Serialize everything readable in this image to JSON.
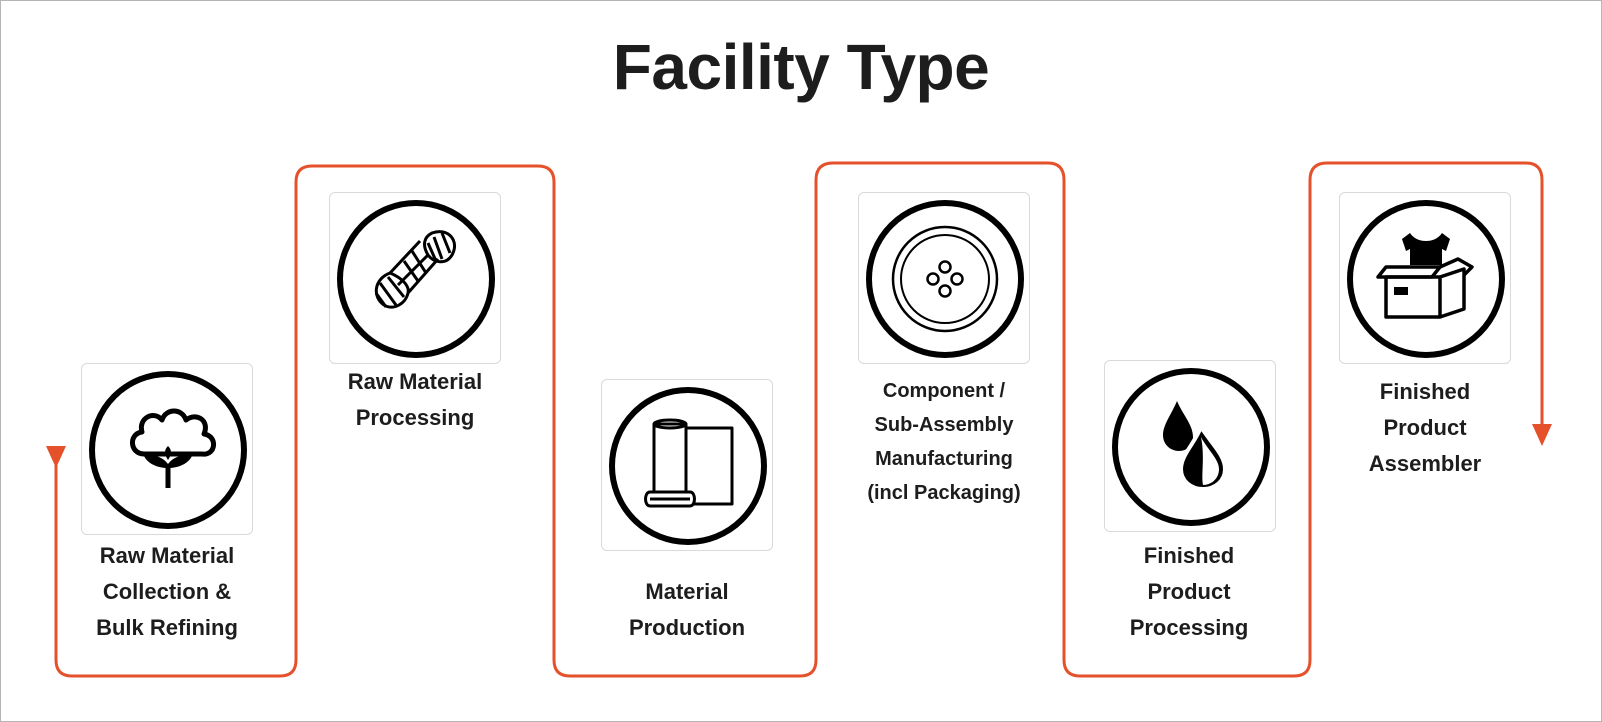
{
  "title": "Facility Type",
  "accent_color": "#e4512b",
  "steps": [
    {
      "icon": "cotton-boll-icon",
      "label_lines": [
        "Raw Material",
        "Collection &",
        "Bulk Refining"
      ]
    },
    {
      "icon": "yarn-skein-icon",
      "label_lines": [
        "Raw Material",
        "Processing"
      ]
    },
    {
      "icon": "fabric-roll-icon",
      "label_lines": [
        "Material",
        "Production"
      ]
    },
    {
      "icon": "button-icon",
      "label_lines": [
        "Component /",
        "Sub-Assembly",
        "Manufacturing",
        "(incl Packaging)"
      ]
    },
    {
      "icon": "dye-drops-icon",
      "label_lines": [
        "Finished",
        "Product",
        "Processing"
      ]
    },
    {
      "icon": "tshirt-box-icon",
      "label_lines": [
        "Finished",
        "Product",
        "Assembler"
      ]
    }
  ]
}
